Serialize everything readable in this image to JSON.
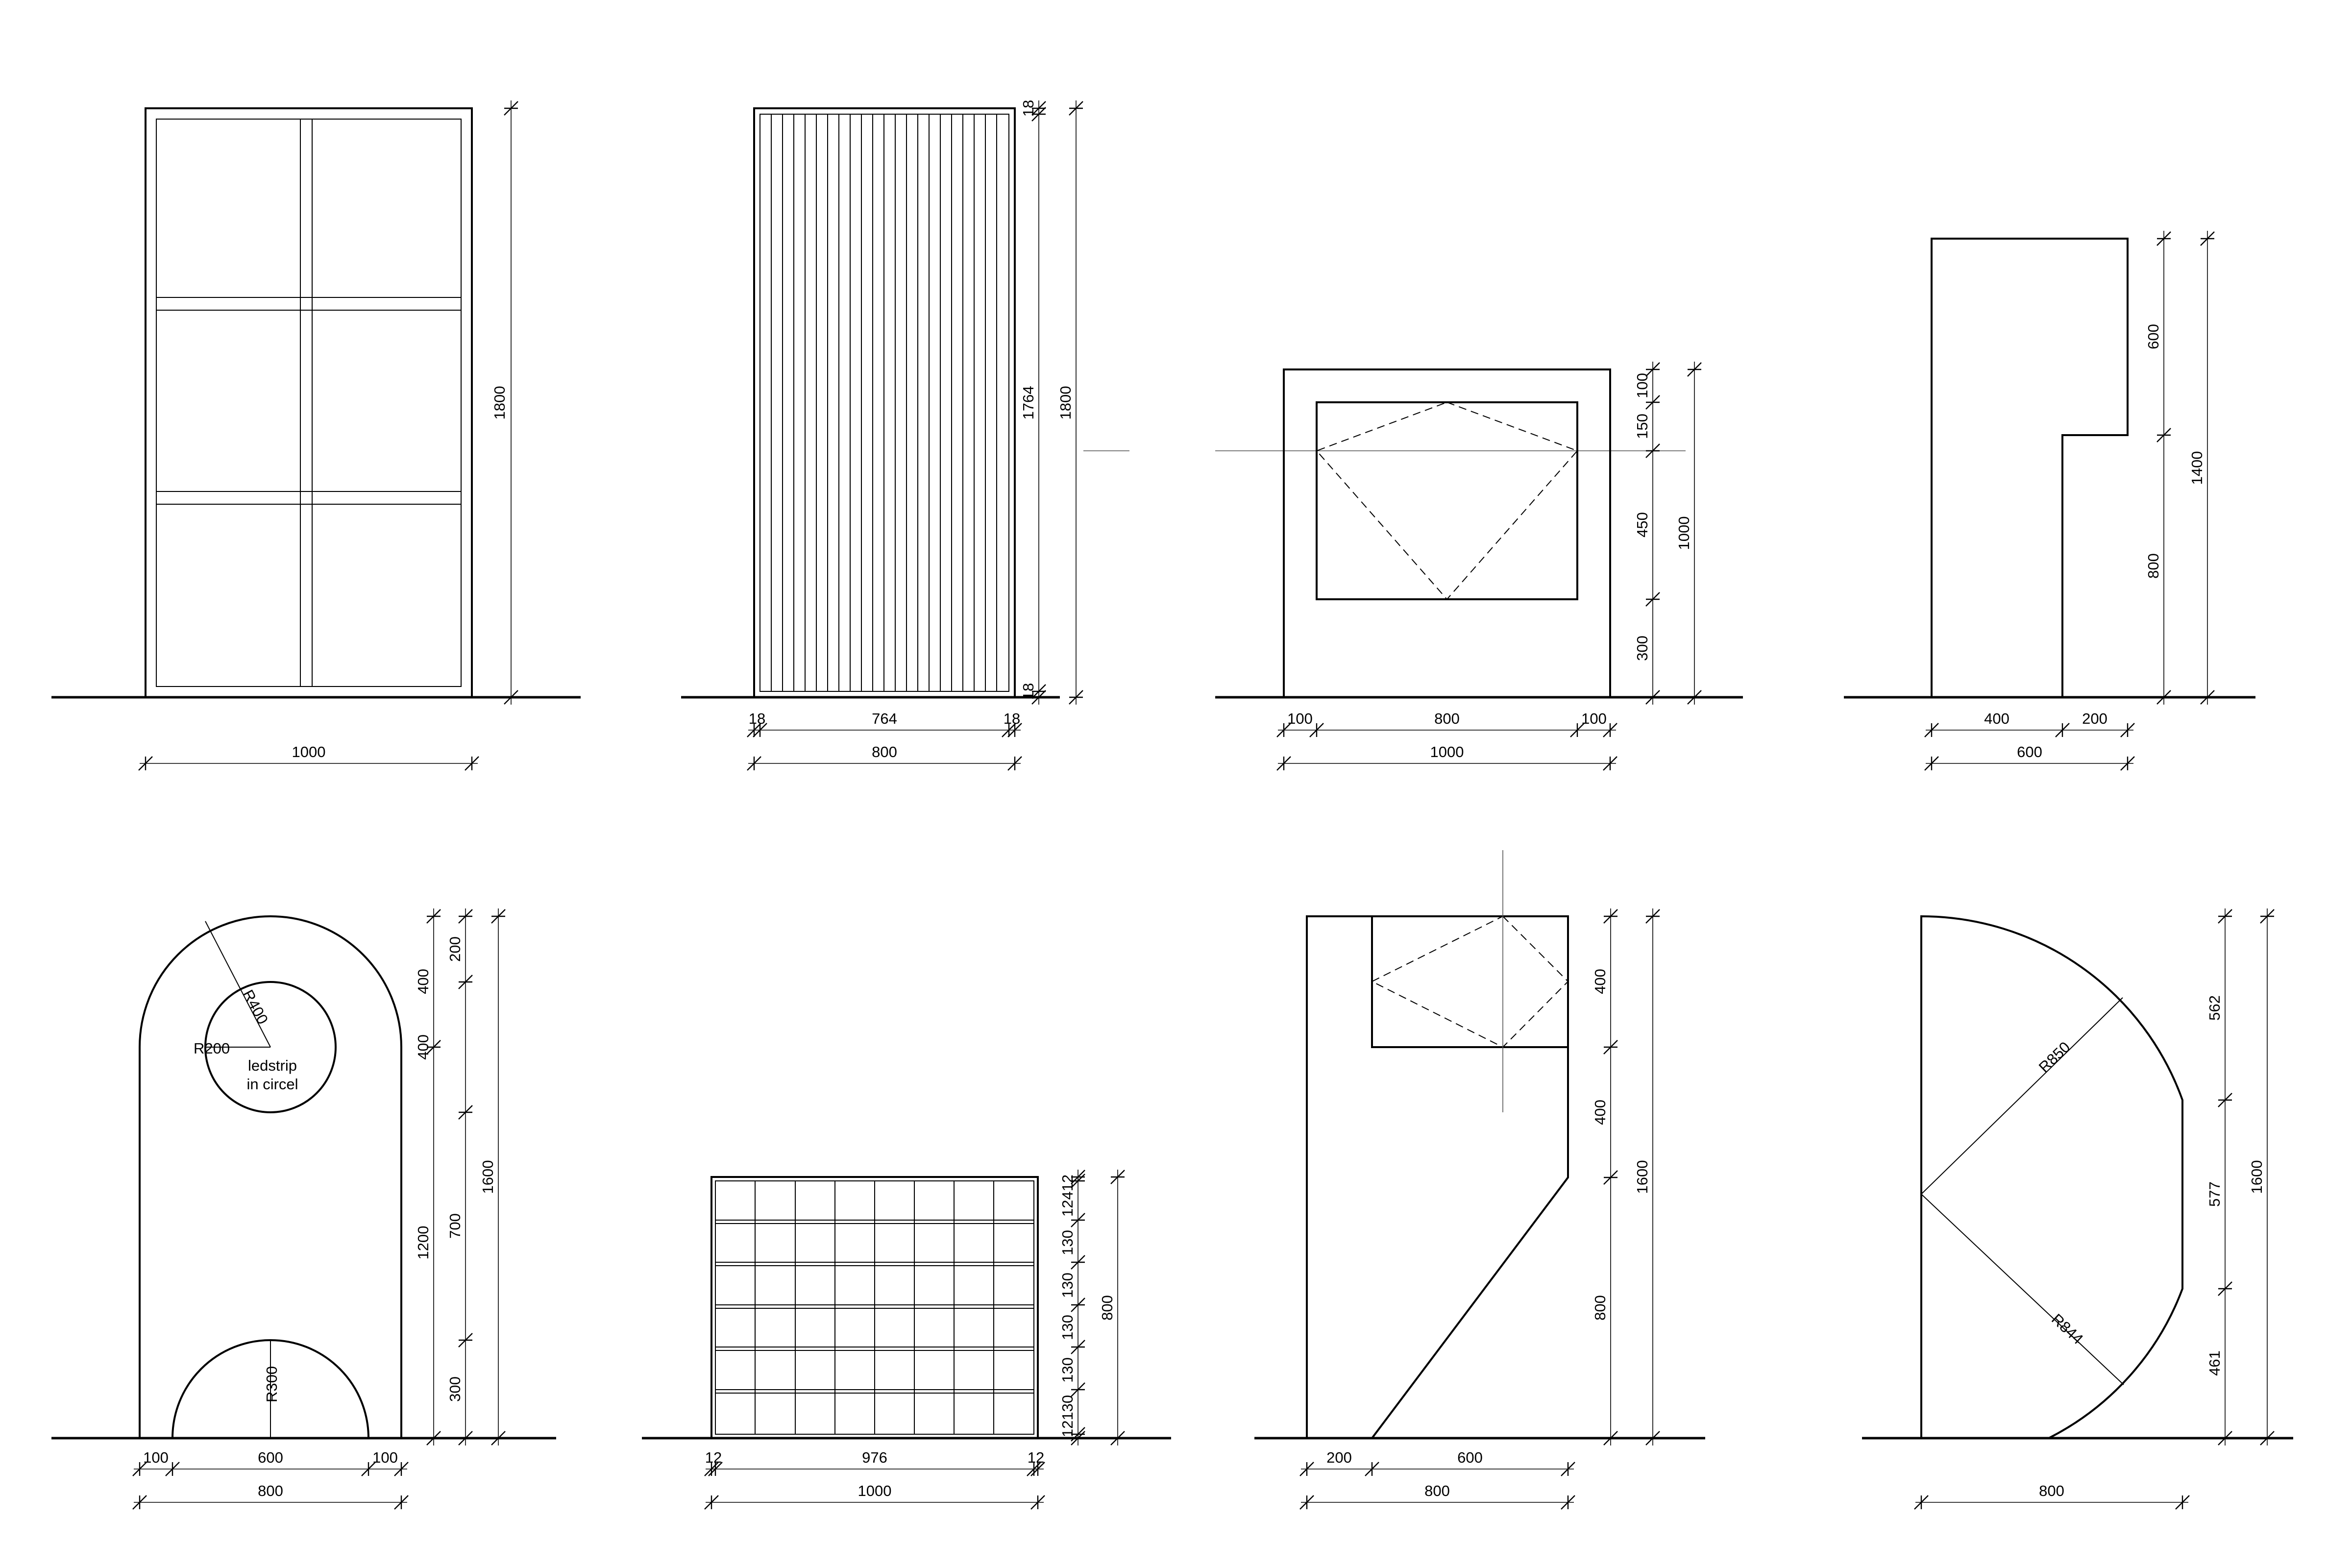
{
  "drawing": {
    "line_color": "#000000",
    "background": "#ffffff",
    "d1": {
      "w": "1000",
      "h": "1800"
    },
    "d2": {
      "left": "18",
      "inner": "764",
      "right": "18",
      "w": "800",
      "top": "18",
      "mid": "1764",
      "bot": "18",
      "h": "1800"
    },
    "d3": {
      "left": "100",
      "inner": "800",
      "right": "100",
      "w": "1000",
      "v1": "100",
      "v2": "150",
      "v3": "450",
      "v4": "300",
      "h": "1000"
    },
    "d4": {
      "w1": "400",
      "w2": "200",
      "w": "600",
      "h1": "600",
      "h2": "800",
      "h": "1400"
    },
    "d5": {
      "left": "100",
      "mid": "600",
      "right": "100",
      "w": "800",
      "a1": "400",
      "a2": "400",
      "a3": "1200",
      "b1": "200",
      "b2": "400",
      "b3": "700",
      "b4": "300",
      "h": "1600",
      "r_outer": "R400",
      "r_circle": "R200",
      "r_arch": "R300",
      "note1": "ledstrip",
      "note2": "in circel"
    },
    "d6": {
      "left": "12",
      "mid": "976",
      "right": "12",
      "w": "1000",
      "r1": "12412",
      "r2": "130",
      "r3": "130",
      "r4": "130",
      "r5": "130",
      "r6": "12130",
      "h": "800"
    },
    "d7": {
      "w1": "200",
      "w2": "600",
      "w": "800",
      "h1": "400",
      "h2": "400",
      "h3": "800",
      "h": "1600"
    },
    "d8": {
      "w": "800",
      "h1": "562",
      "h2": "577",
      "h3": "461",
      "h": "1600",
      "r1": "R850",
      "r2": "R844"
    }
  }
}
